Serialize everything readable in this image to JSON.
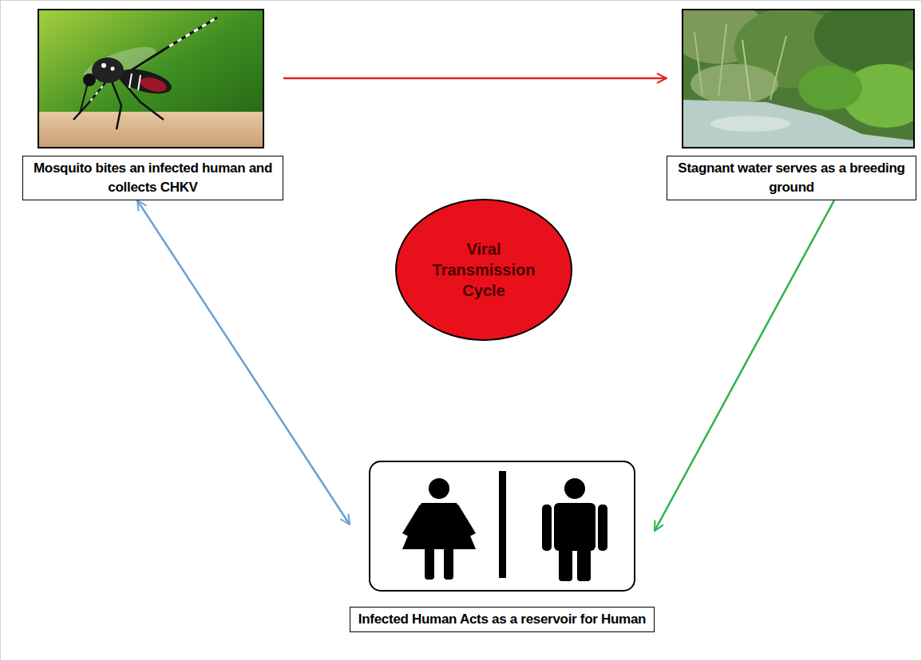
{
  "diagram": {
    "nodes": [
      {
        "text": [
          "Mosquito bites an infected human and collects CHKV"
        ]
      },
      {
        "text": [
          "Stagnant water serves as a breeding ground"
        ]
      },
      {
        "text": [
          "Viral Transmission Cycle"
        ]
      },
      {
        "text": [
          "Infected Human Acts as a reservoir for Human"
        ]
      }
    ],
    "edges": [
      {
        "from": 0,
        "to": 1,
        "arrow": "to"
      },
      {
        "from": 1,
        "to": 3,
        "arrow": "to"
      },
      {
        "from": 0,
        "to": 3,
        "arrow": "both"
      }
    ]
  }
}
